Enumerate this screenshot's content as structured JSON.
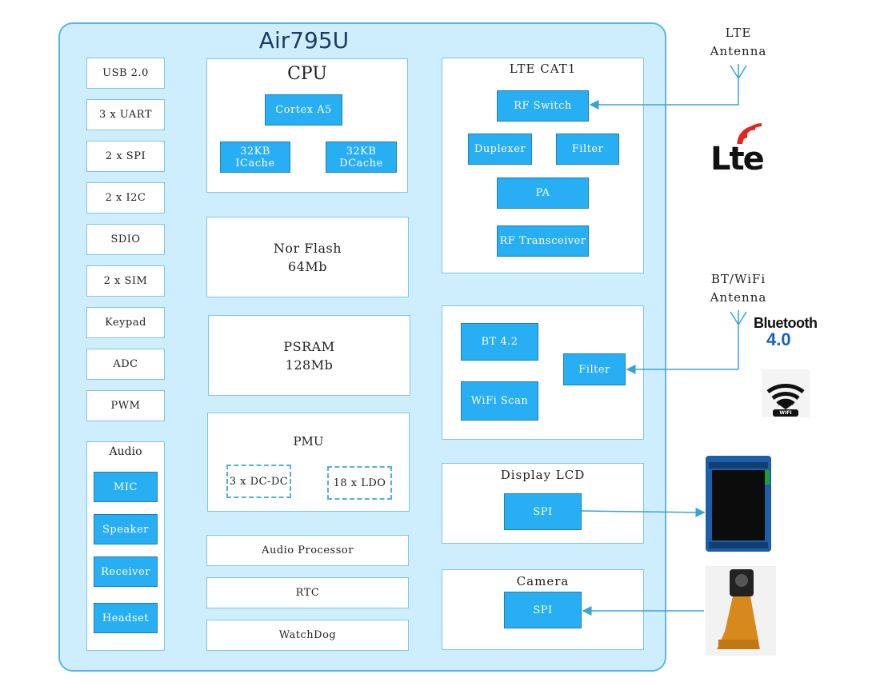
{
  "chip": {
    "title": "Air795U"
  },
  "interfaces": [
    "USB 2.0",
    "3 x UART",
    "2 x SPI",
    "2 x I2C",
    "SDIO",
    "2 x SIM",
    "Keypad",
    "ADC",
    "PWM"
  ],
  "audio": {
    "title": "Audio",
    "items": [
      "MIC",
      "Speaker",
      "Receiver",
      "Headset"
    ]
  },
  "cpu": {
    "title": "CPU",
    "core": "Cortex A5",
    "icache": "32KB ICache",
    "dcache": "32KB DCache"
  },
  "flash": {
    "name": "Nor Flash",
    "size": "64Mb"
  },
  "psram": {
    "name": "PSRAM",
    "size": "128Mb"
  },
  "pmu": {
    "title": "PMU",
    "dcdc": "3 x DC-DC",
    "ldo": "18 x LDO"
  },
  "misc": {
    "audio_processor": "Audio Processor",
    "rtc": "RTC",
    "watchdog": "WatchDog"
  },
  "lte": {
    "title": "LTE CAT1",
    "rf_switch": "RF Switch",
    "duplexer": "Duplexer",
    "filter": "Filter",
    "pa": "PA",
    "rf_transceiver": "RF Transceiver"
  },
  "bt_wifi": {
    "bt": "BT 4.2",
    "wifi": "WiFi Scan",
    "filter": "Filter"
  },
  "display": {
    "title": "Display LCD",
    "spi": "SPI"
  },
  "camera": {
    "title": "Camera",
    "spi": "SPI"
  },
  "external": {
    "lte_antenna_line1": "LTE",
    "lte_antenna_line2": "Antenna",
    "bt_antenna_line1": "BT/WiFi",
    "bt_antenna_line2": "Antenna",
    "lte_logo": "Lte",
    "bluetooth_logo": "Bluetooth",
    "bluetooth_version": "4.0",
    "wifi_logo": "WIFI"
  },
  "colors": {
    "chip_bg": "#cfeefd",
    "chip_border": "#57b7e6",
    "block_blue": "#27aef3",
    "logo_red": "#e52421"
  }
}
